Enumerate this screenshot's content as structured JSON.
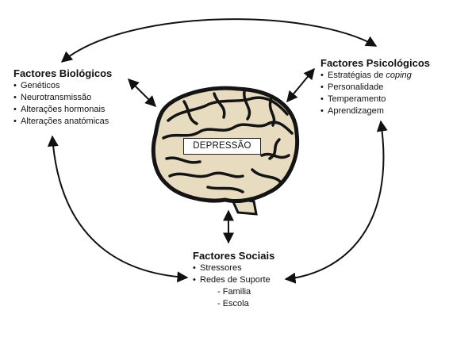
{
  "center_label": "DEPRESSÃO",
  "biologicos": {
    "title": "Factores Biológicos",
    "items": [
      "Genéticos",
      "Neurotransmissão",
      "Alterações hormonais",
      "Alterações anatómicas"
    ]
  },
  "psicologicos": {
    "title": "Factores Psicológicos",
    "items": [
      {
        "text": "Estratégias de ",
        "em": "coping"
      },
      {
        "text": "Personalidade"
      },
      {
        "text": "Temperamento"
      },
      {
        "text": "Aprendizagem"
      }
    ]
  },
  "sociais": {
    "title": "Factores Sociais",
    "items": [
      "Stressores",
      "Redes de Suporte"
    ],
    "subitems": [
      "- Familia",
      "- Escola"
    ]
  },
  "colors": {
    "ink": "#111111",
    "brain_fill": "#e8dcc0",
    "brain_stroke": "#141414"
  }
}
